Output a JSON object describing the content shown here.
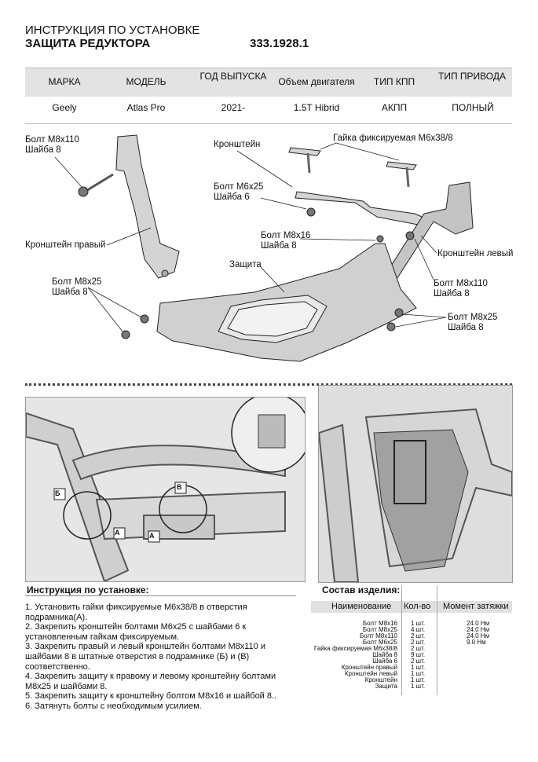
{
  "header": {
    "title_line1": "ИНСТРУКЦИЯ ПО УСТАНОВКЕ",
    "title_line2": "ЗАЩИТА РЕДУКТОРА",
    "product_code": "333.1928.1"
  },
  "spec_table": {
    "headers": [
      "МАРКА",
      "МОДЕЛЬ",
      "ГОД ВЫПУСКА",
      "Объем двигателя",
      "ТИП КПП",
      "ТИП ПРИВОДА"
    ],
    "values": [
      "Geely",
      "Atlas Pro",
      "2021-",
      "1.5T Hibrid",
      "АКПП",
      "ПОЛНЫЙ"
    ]
  },
  "diagram_labels": {
    "bolt_m8x110_left": "Болт М8х110",
    "washer8_a": "Шайба 8",
    "bracket_label": "Кронштейн",
    "nut_label": "Гайка фиксируемая М6х38/8",
    "bolt_m6x25": "Болт М6х25",
    "washer6": "Шайба 6",
    "bracket_right": "Кронштейн правый",
    "bolt_m8x16": "Болт М8х16",
    "washer8_b": "Шайба 8",
    "bracket_left": "Кронштейн левый",
    "guard": "Защита",
    "bolt_m8x110_right": "Болт М8х110",
    "washer8_c": "Шайба 8",
    "bolt_m8x25_left": "Болт М8х25",
    "washer8_d": "Шайба 8",
    "bolt_m8x25_right": "Болт М8х25",
    "washer8_e": "Шайба 8"
  },
  "photo_markers": {
    "a1": "А",
    "a2": "А",
    "b": "Б",
    "v": "В"
  },
  "instructions": {
    "title": "Инструкция по установке:",
    "steps": [
      "1. Установить гайки фиксируемые М6х38/8 в отверстия",
      "подрамника(А).",
      "2. Закрепить кронштейн болтами М6х25 с шайбами 6 к",
      "установленным гайкам фиксируемым.",
      "3. Закрепить правый и левый кронштейн болтами М8х110 и",
      "шайбами 8 в штатные отверстия в подрамнике (Б) и (В)",
      "соответственно.",
      "4. Закрепить защиту к правому и левому кронштейну болтами",
      "М8х25 и шайбами 8.",
      "5. Закрепить защиту к кронштейну болтом М8х16 и шайбой 8..",
      "6. Затянуть болты с необходимым усилием."
    ]
  },
  "composition": {
    "title": "Состав изделия:",
    "headers": [
      "Наименование",
      "Кол-во",
      "Момент затяжки"
    ],
    "rows": [
      {
        "name": "Болт М8х16",
        "qty": "1 шт.",
        "torque": "24.0 Нм"
      },
      {
        "name": "Болт М8х25",
        "qty": "4 шт.",
        "torque": "24.0 Нм"
      },
      {
        "name": "Болт М8х110",
        "qty": "2 шт.",
        "torque": "24.0 Нм"
      },
      {
        "name": "Болт М6х25",
        "qty": "2 шт.",
        "torque": "9.0 Нм"
      },
      {
        "name": "Гайка фиксируемая М6х38/8",
        "qty": "2 шт.",
        "torque": ""
      },
      {
        "name": "Шайба 8",
        "qty": "9 шт.",
        "torque": ""
      },
      {
        "name": "Шайба 6",
        "qty": "2 шт.",
        "torque": ""
      },
      {
        "name": "Кронштейн правый",
        "qty": "1 шт.",
        "torque": ""
      },
      {
        "name": "Кронштейн левый",
        "qty": "1 шт.",
        "torque": ""
      },
      {
        "name": "Кронштейн",
        "qty": "1 шт.",
        "torque": ""
      },
      {
        "name": "Защита",
        "qty": "1 шт.",
        "torque": ""
      }
    ]
  }
}
